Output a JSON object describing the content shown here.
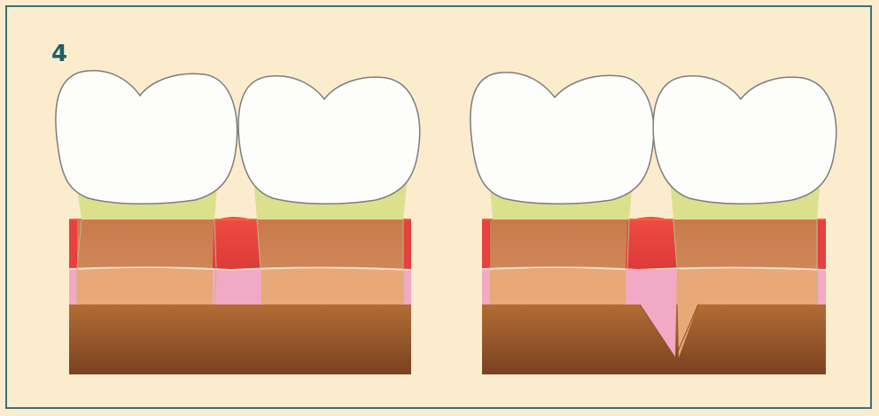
{
  "figure": {
    "number": "4"
  },
  "colors": {
    "background": "#fbeccd",
    "border": "#3d6f74",
    "figure_number": "#1f5f66",
    "tooth_crown": "#fdfdfc",
    "tooth_outline": "#8a8a8a",
    "root_cementum": "#dbe08c",
    "gingiva_red": "#e5413f",
    "gingival_tissue_brown": "#c8784e",
    "connective_layer_tan": "#e9a877",
    "papilla_pink": "#f2a9c3",
    "bone_brown": "#a5622f",
    "bone_dark": "#7e4521"
  },
  "panels": [
    {
      "id": "left",
      "papilla_state": "intact"
    },
    {
      "id": "right",
      "papilla_state": "split-with-defect"
    }
  ]
}
